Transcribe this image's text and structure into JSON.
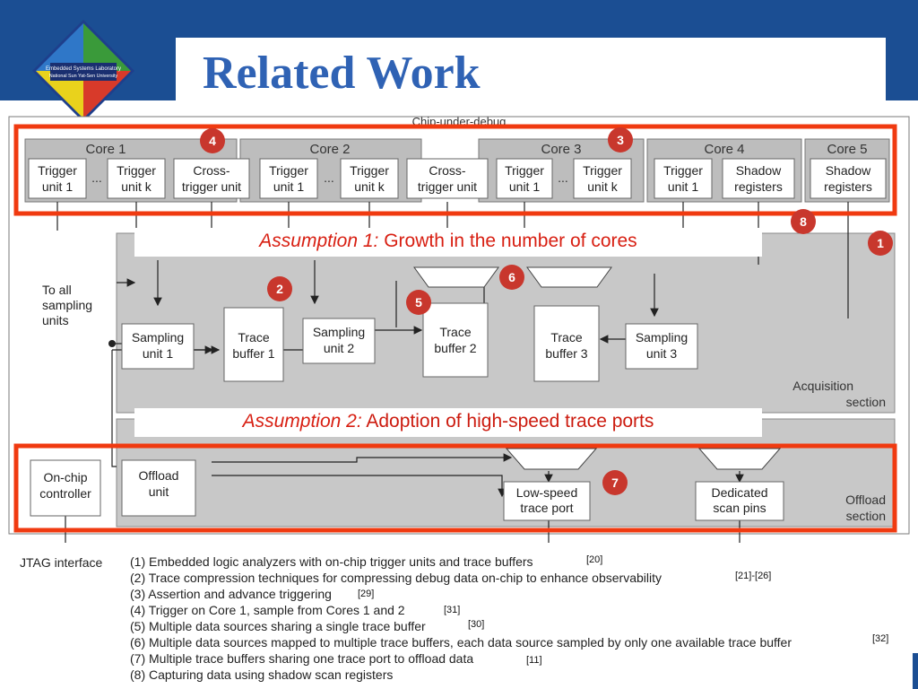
{
  "slide": {
    "title": "Related Work",
    "logo_text": [
      "Embedded Systems Laboratory",
      "National Sun Yat-Sen University"
    ]
  },
  "diagram": {
    "chip_label": "Chip-under-debug",
    "cores": [
      {
        "label": "Core 1",
        "units": [
          "Trigger\nunit 1",
          "Trigger\nunit k"
        ]
      },
      {
        "label": "Core 2",
        "units": [
          "Trigger\nunit 1",
          "Trigger\nunit k"
        ]
      },
      {
        "label": "Core 3",
        "units": [
          "Trigger\nunit 1",
          "Trigger\nunit k"
        ]
      },
      {
        "label": "Core 4",
        "units": [
          "Trigger\nunit 1",
          "Shadow\nregisters"
        ]
      },
      {
        "label": "Core 5",
        "units": [
          "Shadow\nregisters"
        ]
      }
    ],
    "ellipsis": "...",
    "cross_trigger": "Cross-\ntrigger unit",
    "to_all": "To all\nsampling\nunits",
    "sampling_units": [
      "Sampling\nunit 1",
      "Sampling\nunit 2",
      "Sampling\nunit 3"
    ],
    "trace_buffers": [
      "Trace\nbuffer 1",
      "Trace\nbuffer 2",
      "Trace\nbuffer 3"
    ],
    "acquisition": "Acquisition\nsection",
    "offload_section": "Offload\nsection",
    "onchip_controller": "On-chip\ncontroller",
    "offload_unit": "Offload\nunit",
    "low_speed_port": "Low-speed\ntrace port",
    "scan_pins": "Dedicated\nscan pins",
    "badges": [
      "1",
      "2",
      "3",
      "4",
      "5",
      "6",
      "7",
      "8"
    ],
    "assumption1": {
      "label": "Assumption 1:",
      "text": " Growth in the number of cores"
    },
    "assumption2": {
      "label": "Assumption 2:",
      "text": " Adoption of high-speed trace ports"
    },
    "colors": {
      "highlight": "#f03a10",
      "badge": "#c8372d",
      "section": "#c8c8c8",
      "core": "#bdbdbd",
      "title": "#2f62b4",
      "header": "#1b4e93"
    }
  },
  "references": {
    "jtag": "JTAG interface",
    "items": [
      {
        "text": "(1) Embedded logic analyzers with on-chip trigger units and trace buffers",
        "cite": "[20]"
      },
      {
        "text": "(2) Trace compression techniques for compressing debug data on-chip to enhance observability",
        "cite": "[21]-[26]"
      },
      {
        "text": "(3) Assertion and advance triggering",
        "cite": "[29]"
      },
      {
        "text": "(4) Trigger on Core 1, sample from Cores 1 and 2",
        "cite": "[31]"
      },
      {
        "text": "(5) Multiple data sources sharing a single trace buffer",
        "cite": "[30]"
      },
      {
        "text": "(6) Multiple data sources mapped to multiple trace buffers, each data source sampled by only one available trace buffer",
        "cite": "[32]"
      },
      {
        "text": "(7) Multiple trace buffers sharing one trace port to offload data",
        "cite": "[11]"
      },
      {
        "text": "(8) Capturing data using shadow scan registers",
        "cite": ""
      }
    ]
  }
}
